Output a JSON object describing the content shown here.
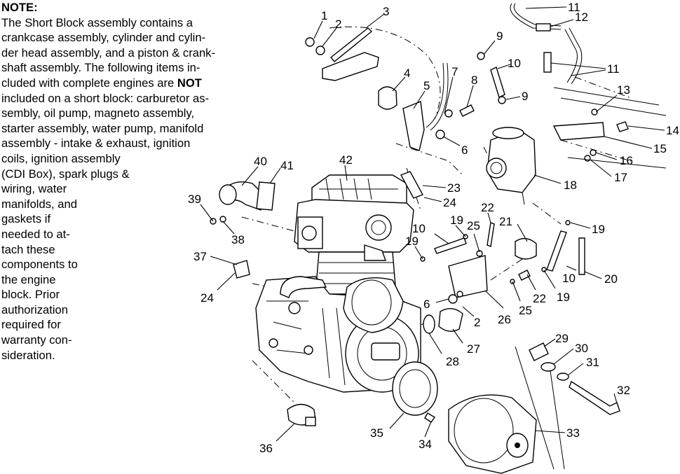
{
  "note": {
    "heading": "NOTE:",
    "lines": [
      "The Short Block assembly contains a",
      "crankcase assembly, cylinder and cylin-",
      "der head assembly, and a piston & crank-",
      "shaft assembly.  The following items in-",
      "cluded with complete engines are ",
      "included on a short block:  carburetor as-",
      "sembly, oil pump, magneto assembly,",
      "starter assembly, water pump, manifold",
      "assembly - intake & exhaust, ignition",
      "coils, ignition assembly",
      "(CDI Box), spark plugs &",
      "wiring, water",
      "manifolds, and",
      "gaskets if",
      "needed to at-",
      "tach these",
      "components to",
      "the engine",
      "block.  Prior",
      "authorization",
      "required for",
      "warranty con-",
      "sideration."
    ],
    "emphasis": "NOT"
  },
  "callouts": {
    "c1": "1",
    "c2": "2",
    "c3": "3",
    "c4": "4",
    "c5": "5",
    "c6": "6",
    "c7": "7",
    "c8": "8",
    "c9a": "9",
    "c9b": "9",
    "c10a": "10",
    "c10b": "10",
    "c10c": "10",
    "c11a": "11",
    "c11b": "11",
    "c12": "12",
    "c13": "13",
    "c14": "14",
    "c15": "15",
    "c16": "16",
    "c17": "17",
    "c18": "18",
    "c19a": "19",
    "c19b": "19",
    "c19c": "19",
    "c19d": "19",
    "c20": "20",
    "c21": "21",
    "c22a": "22",
    "c22b": "22",
    "c23": "23",
    "c24a": "24",
    "c24b": "24",
    "c25a": "25",
    "c25b": "25",
    "c26": "26",
    "c27": "27",
    "c28": "28",
    "c29": "29",
    "c30": "30",
    "c31": "31",
    "c32": "32",
    "c33": "33",
    "c34": "34",
    "c35": "35",
    "c36": "36",
    "c37": "37",
    "c38": "38",
    "c39": "39",
    "c40": "40",
    "c41": "41",
    "c42": "42",
    "c6b": "6",
    "c2b": "2"
  }
}
